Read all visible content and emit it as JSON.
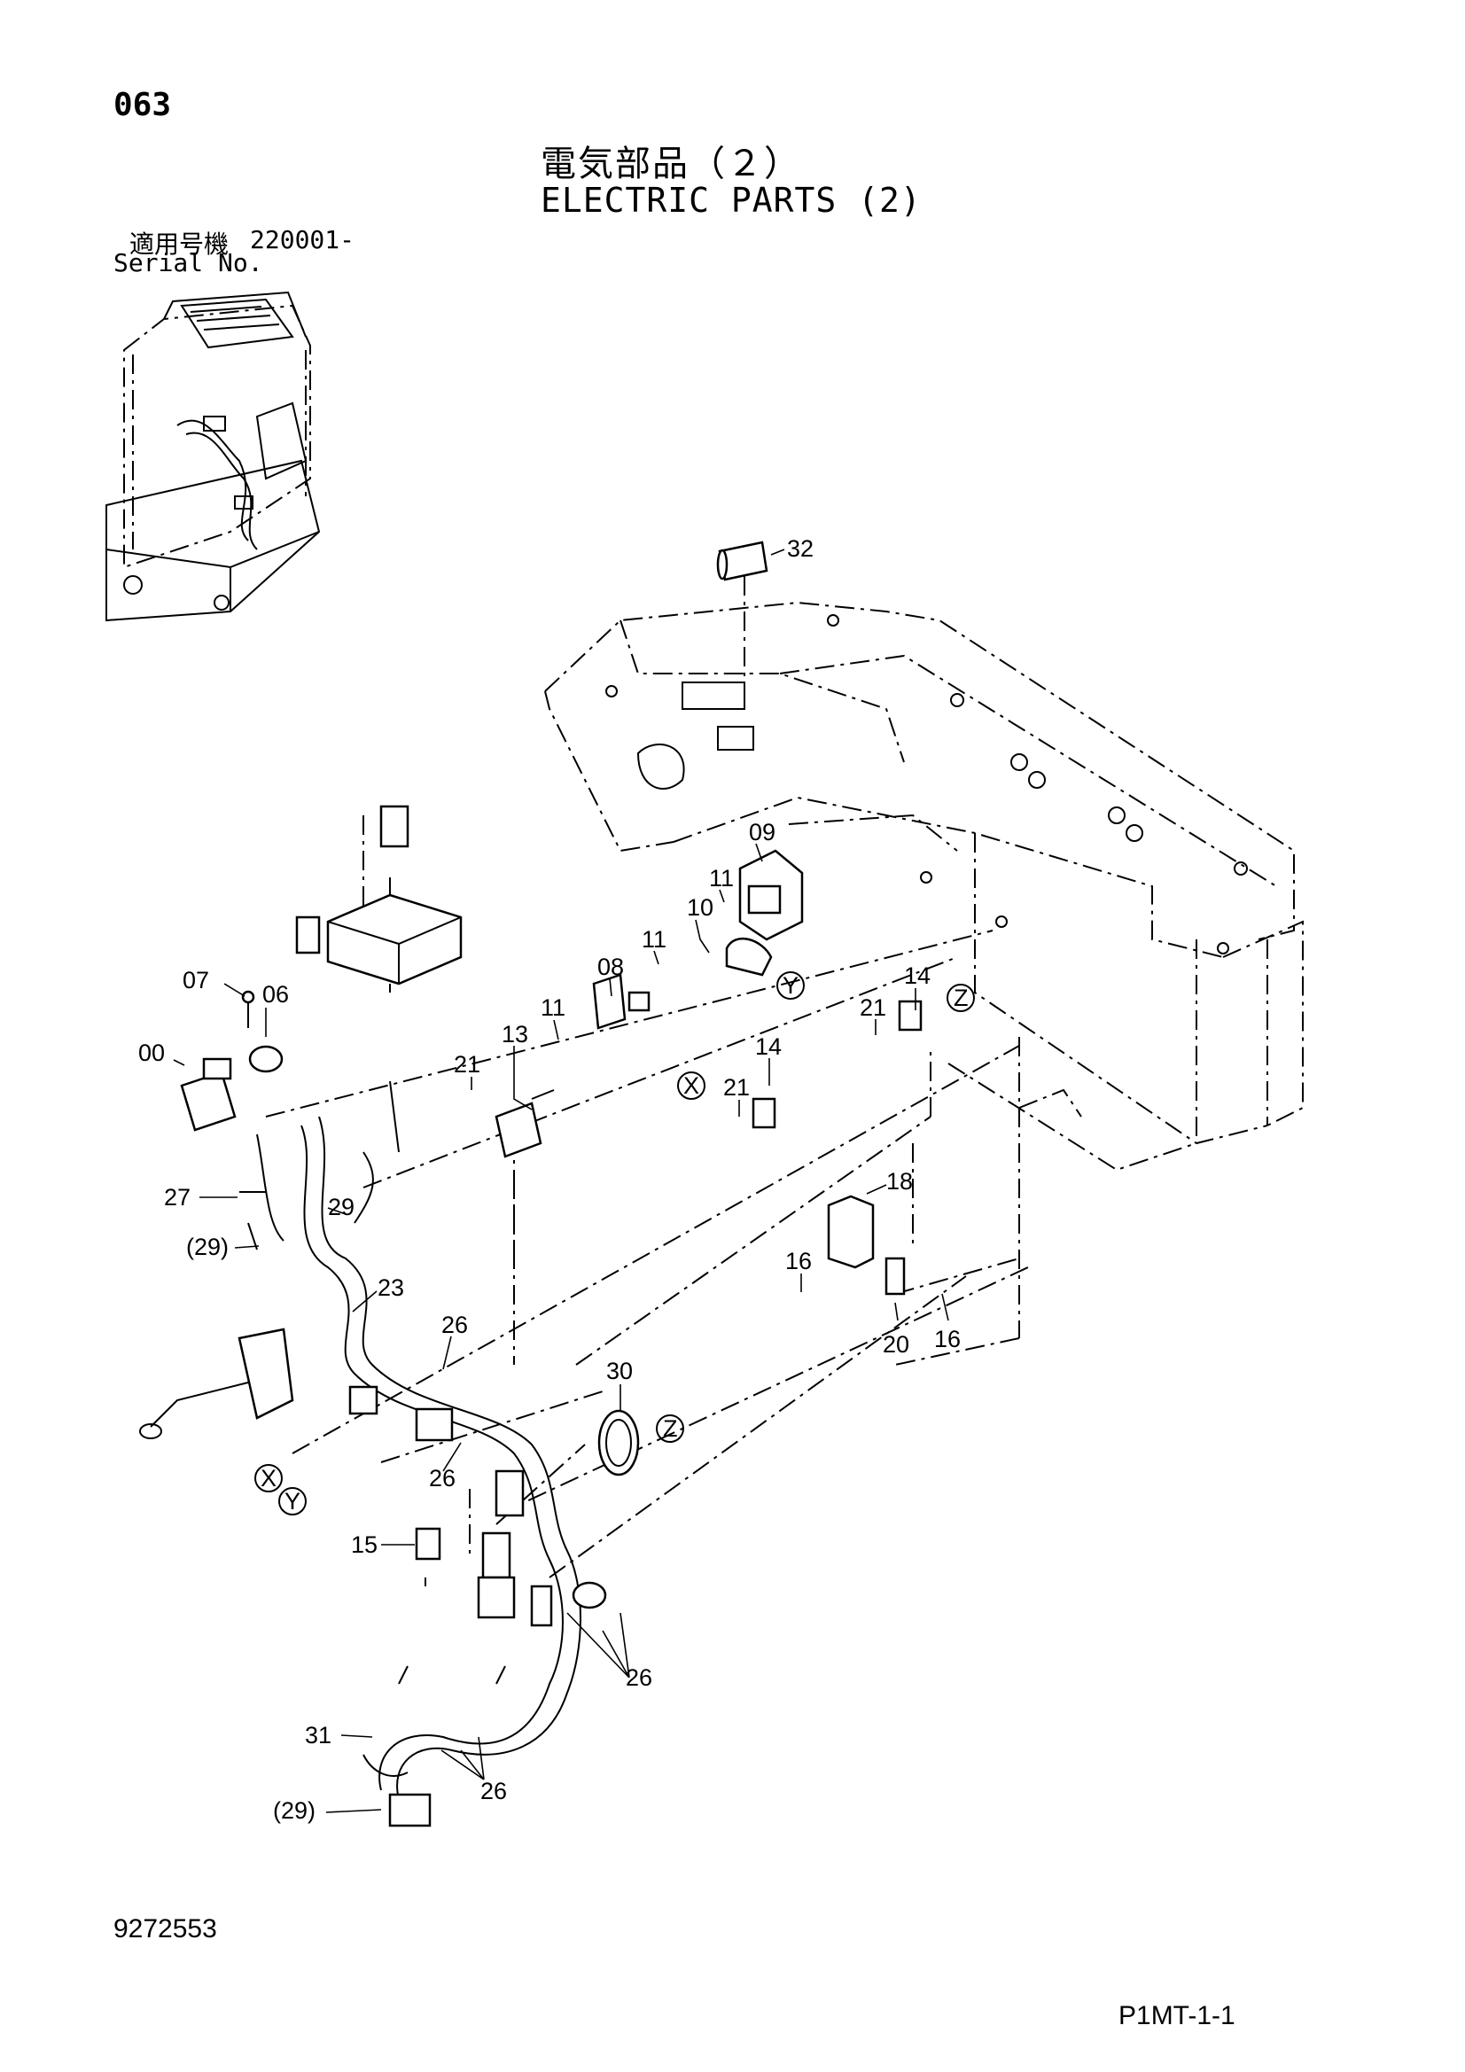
{
  "header": {
    "page_number": "063",
    "title_jp": "電気部品（２）",
    "title_en": "ELECTRIC PARTS (2)",
    "serial_jp_label": "適用号機",
    "serial_value": "220001-",
    "serial_en_label": "Serial No."
  },
  "footer": {
    "doc_number": "9272553",
    "page_code": "P1MT-1-1"
  },
  "callouts": [
    "32",
    "09",
    "11",
    "10",
    "11",
    "08",
    "11",
    "13",
    "21",
    "21",
    "14",
    "21",
    "14",
    "07",
    "06",
    "00",
    "27",
    "29",
    "(29)",
    "23",
    "26",
    "26",
    "18",
    "16",
    "20",
    "16",
    "30",
    "15",
    "26",
    "31",
    "26",
    "(29)"
  ],
  "markers": [
    "X",
    "Y",
    "Z",
    "Z",
    "X",
    "Y"
  ]
}
